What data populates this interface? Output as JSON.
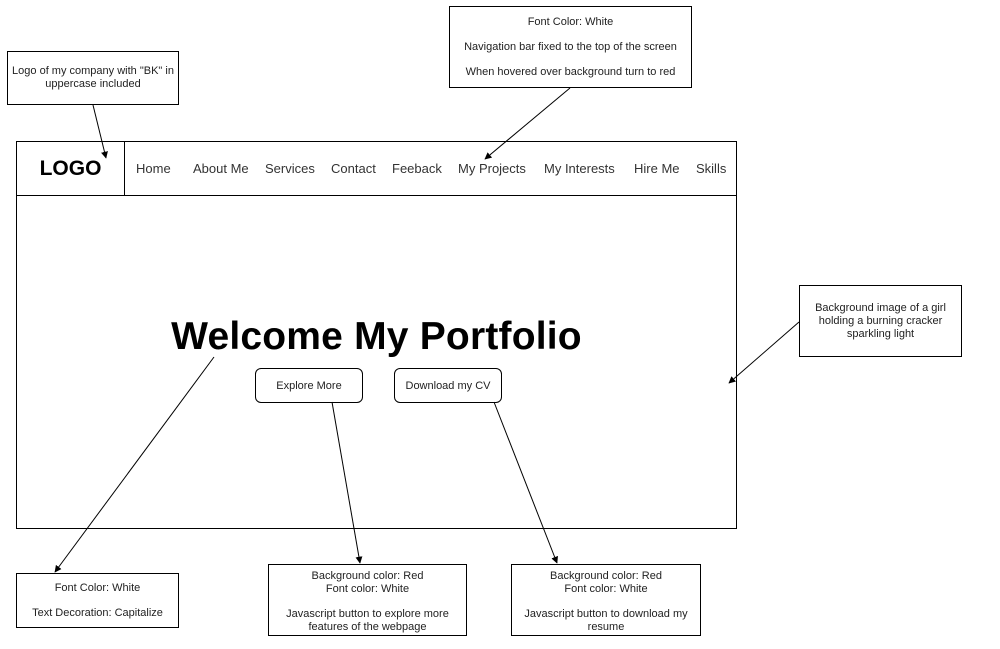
{
  "notes": {
    "logo": {
      "line1": "Logo of my company with \"BK\" in uppercase included"
    },
    "nav": {
      "line1": "Font Color: White",
      "line2": "Navigation bar fixed to the top of the screen",
      "line3": "When hovered over background turn to red"
    },
    "background": {
      "line1": "Background image of a girl holding a burning cracker sparkling light"
    },
    "title": {
      "line1": "Font Color: White",
      "line2": "Text Decoration: Capitalize"
    },
    "explore": {
      "line1": "Background color: Red",
      "line2": "Font color: White",
      "line3": "Javascript button to explore more features of the webpage"
    },
    "download": {
      "line1": "Background color: Red",
      "line2": "Font color: White",
      "line3": "Javascript button to download my resume"
    }
  },
  "mockup": {
    "logo": "LOGO",
    "nav_items": [
      "Home",
      "About Me",
      "Services",
      "Contact",
      "Feeback",
      "My Projects",
      "My Interests",
      "Hire Me",
      "Skills"
    ],
    "hero_title": "Welcome My Portfolio",
    "explore_button": "Explore More",
    "download_button": "Download my CV"
  }
}
